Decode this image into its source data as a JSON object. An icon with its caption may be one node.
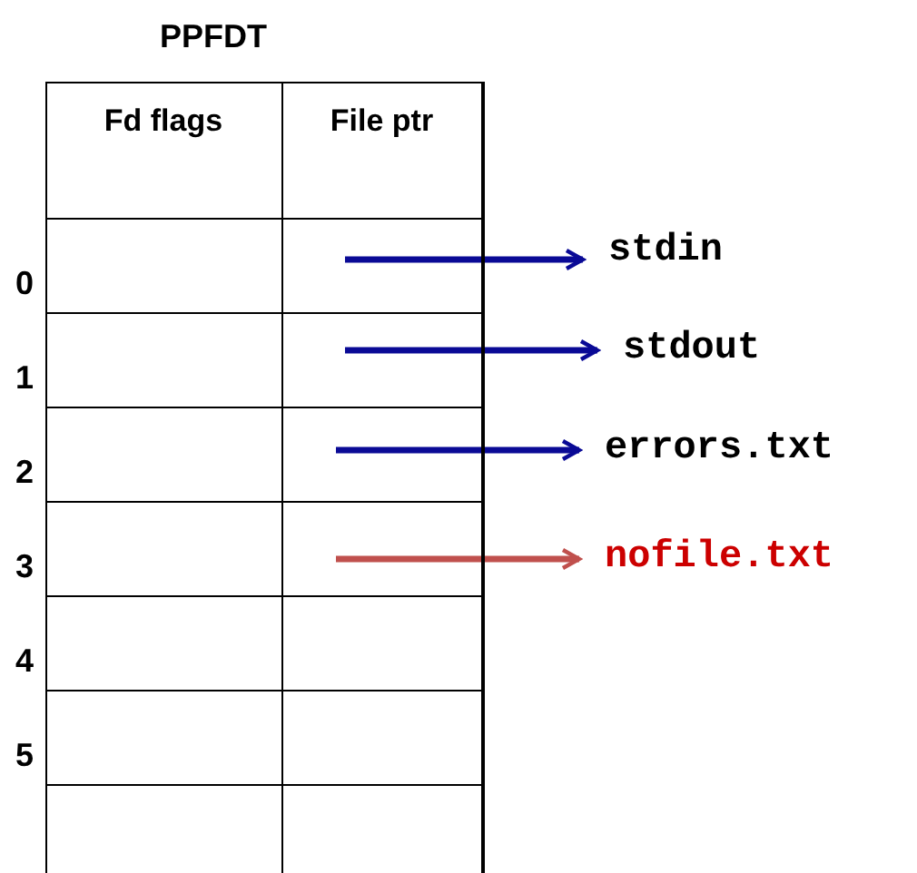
{
  "diagram": {
    "title": "PPFDT",
    "nodes": [
      {
        "text": [],
        "shape": "box"
      },
      {
        "text": [],
        "shape": "box"
      },
      {
        "text": [],
        "shape": "box"
      },
      {
        "text": [],
        "shape": "box"
      },
      {
        "text": [
          "stdin"
        ]
      },
      {
        "text": [
          "stdout"
        ]
      },
      {
        "text": [
          "errors.txt"
        ]
      },
      {
        "text": [
          "nofile.txt"
        ]
      }
    ],
    "edges": [
      {
        "from": 0,
        "to": 4,
        "arrow": "to"
      },
      {
        "from": 1,
        "to": 5,
        "arrow": "to"
      },
      {
        "from": 2,
        "to": 6,
        "arrow": "to"
      },
      {
        "from": 3,
        "to": 7,
        "arrow": "to",
        "color": "#c0504d"
      }
    ],
    "labels": [
      "Fd flags",
      "File ptr",
      "0",
      "1",
      "2",
      "3",
      "4",
      "5"
    ]
  }
}
